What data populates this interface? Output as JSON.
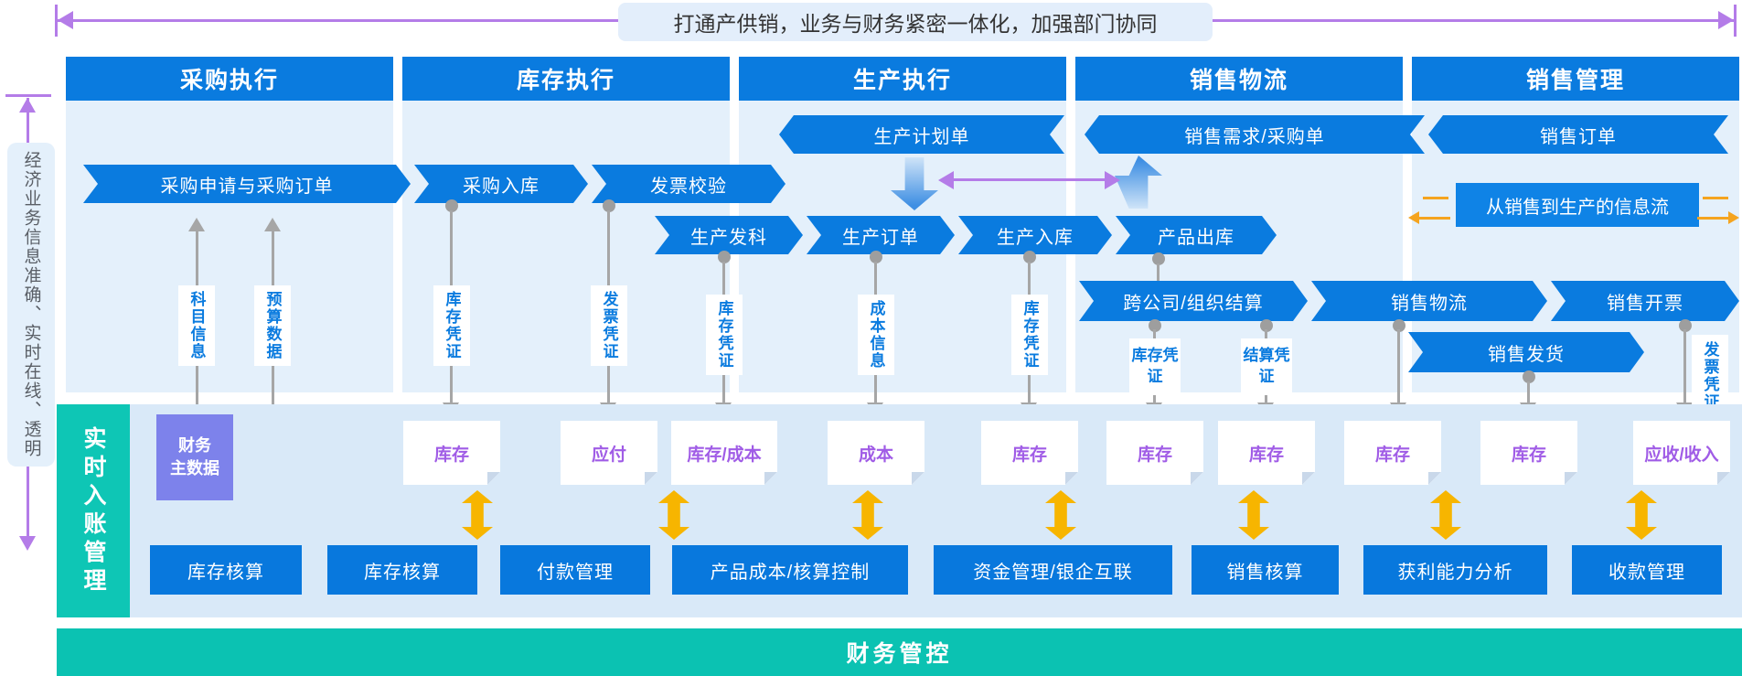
{
  "banner": {
    "text": "打通产供销，业务与财务紧密一体化，加强部门协同"
  },
  "left_rail": {
    "text": "经济业务信息准确、实时在线、透明"
  },
  "columns": [
    {
      "title": "采购执行"
    },
    {
      "title": "库存执行"
    },
    {
      "title": "生产执行"
    },
    {
      "title": "销售物流"
    },
    {
      "title": "销售管理"
    }
  ],
  "flows": {
    "purchase_request": "采购申请与采购订单",
    "purchase_inbound": "采购入库",
    "invoice_verification": "发票校验",
    "production_plan": "生产计划单",
    "sales_demand": "销售需求/采购单",
    "sales_order": "销售订单",
    "production_issue": "生产发科",
    "production_order": "生产订单",
    "production_inbound": "生产入库",
    "product_outbound": "产品出库",
    "cross_org_settlement": "跨公司/组织结算",
    "sales_logistics": "销售物流",
    "sales_invoicing": "销售开票",
    "sales_delivery": "销售发货",
    "info_flow_note": "从销售到生产的信息流"
  },
  "vouchers": {
    "subject_info": "科目信息",
    "budget_data": "预算数据",
    "inventory_voucher_1": "库存凭证",
    "invoice_voucher_1": "发票凭证",
    "inventory_voucher_2": "库存凭证",
    "cost_info": "成本信息",
    "inventory_voucher_3": "库存凭证",
    "inventory_voucher_4": "库存凭证",
    "settlement_voucher": "结算凭证",
    "invoice_voucher_2": "发票凭证"
  },
  "band": {
    "sidebar": "实时入账管理",
    "master_data": "财务\n主数据",
    "notes": [
      {
        "label": "库存"
      },
      {
        "label": "应付"
      },
      {
        "label": "库存/成本"
      },
      {
        "label": "成本"
      },
      {
        "label": "库存"
      },
      {
        "label": "库存"
      },
      {
        "label": "库存"
      },
      {
        "label": "库存"
      },
      {
        "label": "库存"
      },
      {
        "label": "应收/收入"
      }
    ]
  },
  "bottom_boxes": [
    {
      "label": "库存核算"
    },
    {
      "label": "库存核算"
    },
    {
      "label": "付款管理"
    },
    {
      "label": "产品成本/核算控制"
    },
    {
      "label": "资金管理/银企互联"
    },
    {
      "label": "销售核算"
    },
    {
      "label": "获利能力分析"
    },
    {
      "label": "收款管理"
    }
  ],
  "footer": {
    "title": "财务管控"
  },
  "colors": {
    "flow_blue": "#0A7BDF",
    "panel_bg": "#E4F0FB",
    "band_bg": "#D9E9F8",
    "sidebar_teal": "#0EC6B5",
    "footer_teal": "#0BC2B2",
    "master_data_purple": "#7D82EB",
    "note_text_purple": "#A05CE6",
    "connector_gray": "#A6A6A6",
    "link_purple": "#B47CE8",
    "sync_yellow": "#F7B500",
    "info_orange": "#F5A41F"
  }
}
